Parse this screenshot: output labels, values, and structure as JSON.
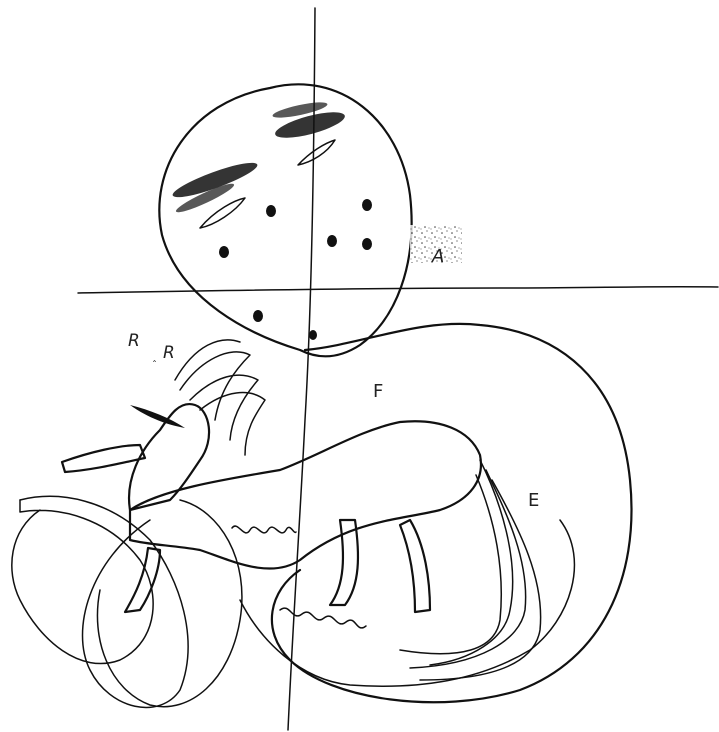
{
  "labels": {
    "a": "A",
    "f": "F",
    "e": "E",
    "r1": "R",
    "r2": "R"
  },
  "colors": {
    "ink": "#111111",
    "paper": "#ffffff"
  }
}
